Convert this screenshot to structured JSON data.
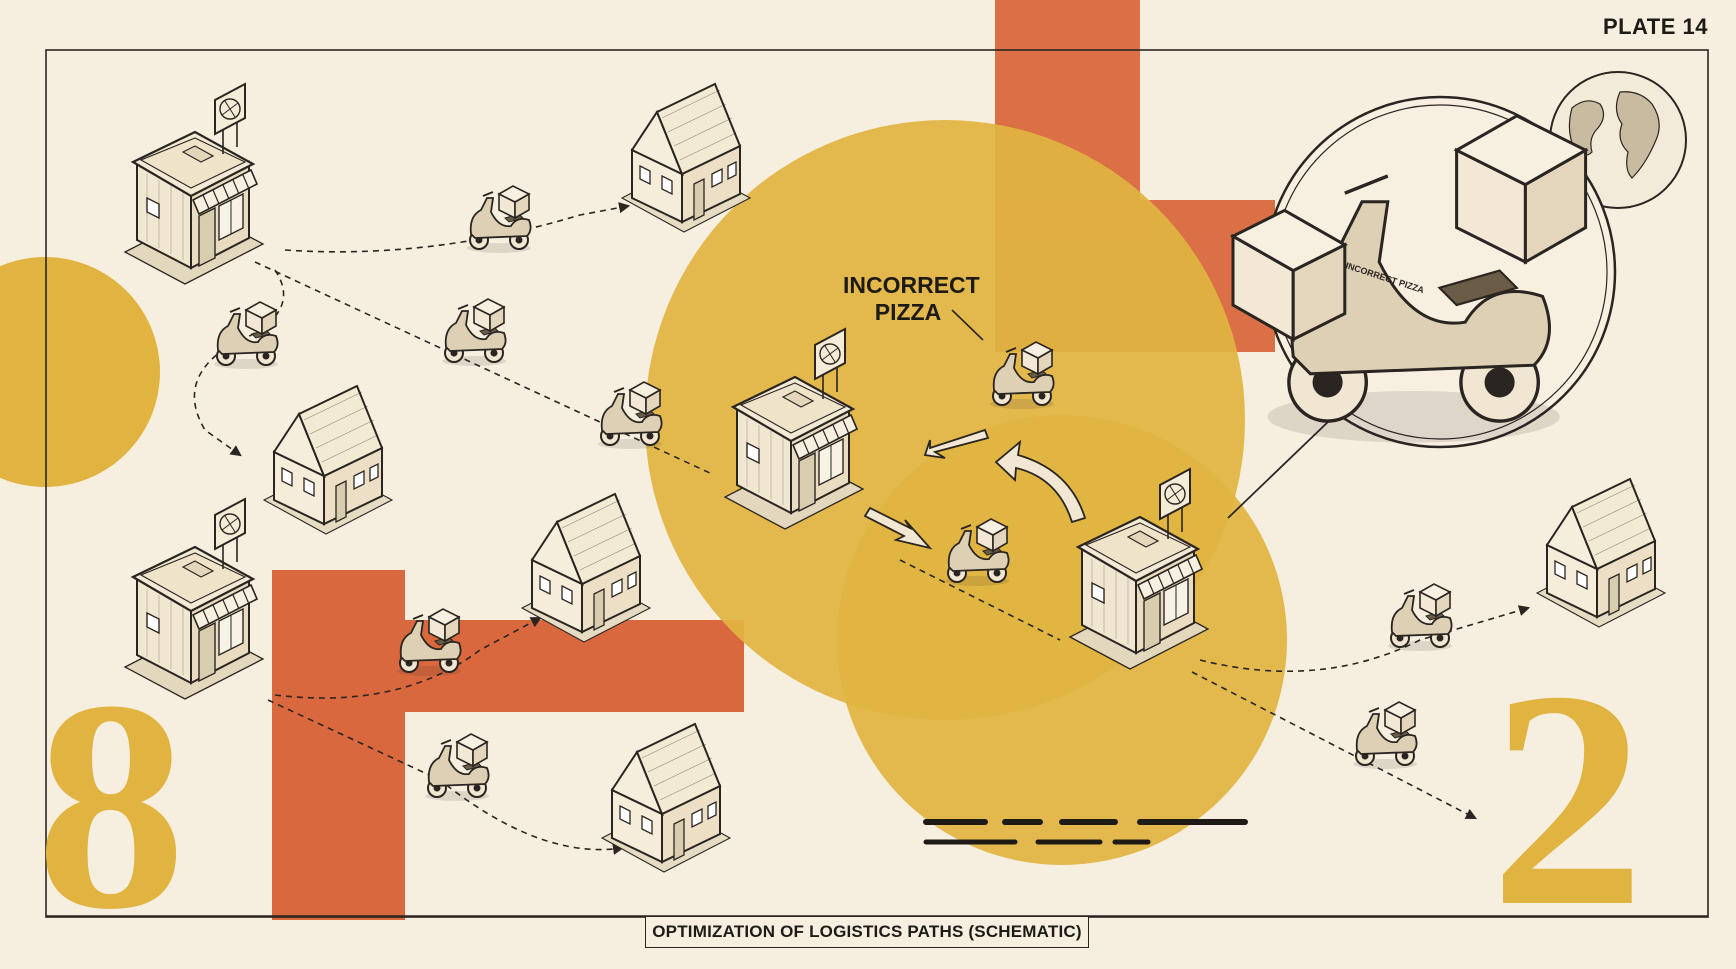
{
  "plate_label": "PLATE 14",
  "callout_label": "INCORRECT PIZZA",
  "callout_crate_text": "INCORRECT PIZZA",
  "caption": "OPTIMIZATION OF LOGISTICS PATHS (SCHEMATIC)",
  "left_numeral": "8",
  "right_numeral": "2",
  "pizzeria_sign_text": "PIZZA",
  "colors": {
    "paper": "#f6efdf",
    "ochre": "#e1b441",
    "rust": "#d9683e",
    "ink": "#2a2520"
  }
}
